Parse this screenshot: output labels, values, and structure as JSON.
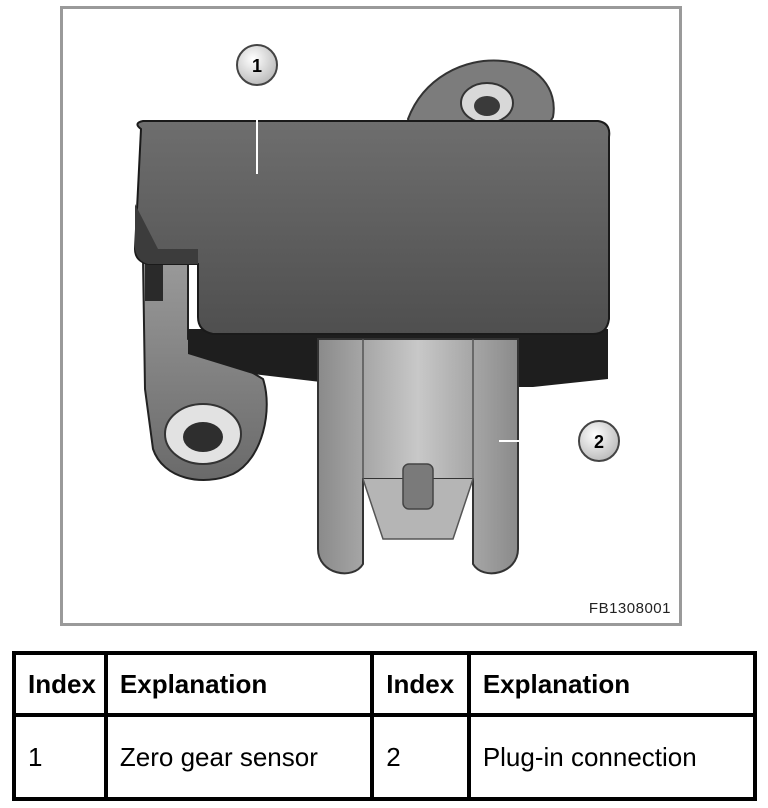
{
  "figure": {
    "code": "FB1308001",
    "callouts": [
      "1",
      "2"
    ]
  },
  "legend": {
    "headers": [
      "Index",
      "Explanation",
      "Index",
      "Explanation"
    ],
    "rows": [
      [
        "1",
        "Zero gear sensor",
        "2",
        "Plug-in connection"
      ]
    ]
  }
}
